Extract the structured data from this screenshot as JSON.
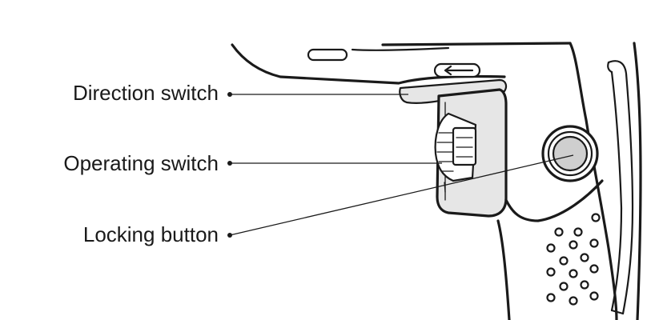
{
  "callouts": [
    {
      "id": "direction-switch",
      "label": "Direction switch"
    },
    {
      "id": "operating-switch",
      "label": "Operating switch"
    },
    {
      "id": "locking-button",
      "label": "Locking button"
    }
  ],
  "colors": {
    "ink": "#1a1a1a",
    "panel_shade": "#e6e6e6",
    "background": "#ffffff"
  }
}
